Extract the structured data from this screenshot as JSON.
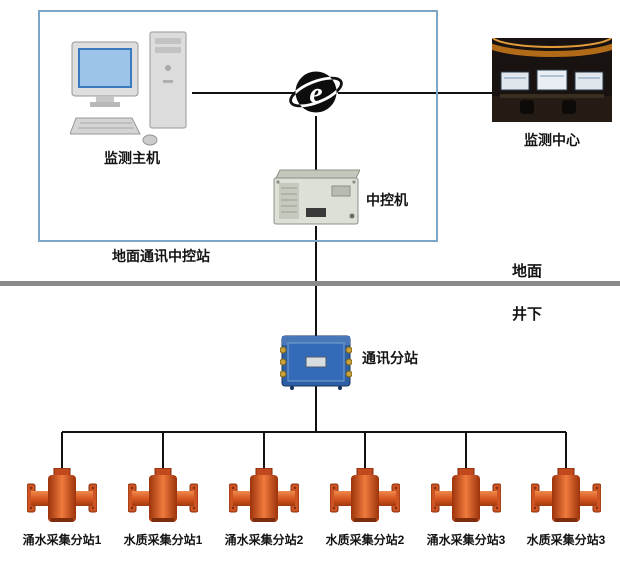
{
  "diagram": {
    "nodes": {
      "monitor_host": {
        "label": "监测主机",
        "icon": "desktop-computer-image"
      },
      "internet": {
        "icon": "globe-e-icon"
      },
      "monitor_center": {
        "label": "监测中心",
        "icon": "control-room-photo"
      },
      "central_control": {
        "label": "中控机",
        "icon": "rack-server-image"
      },
      "ground_station": {
        "label": "地面通讯中控站"
      },
      "comm_substation": {
        "label": "通讯分站",
        "icon": "junction-box-image"
      }
    },
    "zones": {
      "surface": "地面",
      "underground": "井下"
    },
    "substations": [
      {
        "label": "涌水采集分站1"
      },
      {
        "label": "水质采集分站1"
      },
      {
        "label": "涌水采集分站2"
      },
      {
        "label": "水质采集分站2"
      },
      {
        "label": "涌水采集分站3"
      },
      {
        "label": "水质采集分站3"
      }
    ],
    "colors": {
      "box_border": "#7ba6c7",
      "divider_gray": "#8a8a8a",
      "line_black": "#111111",
      "device_orange": "#d4541e",
      "junction_blue": "#2c5fa6"
    }
  }
}
